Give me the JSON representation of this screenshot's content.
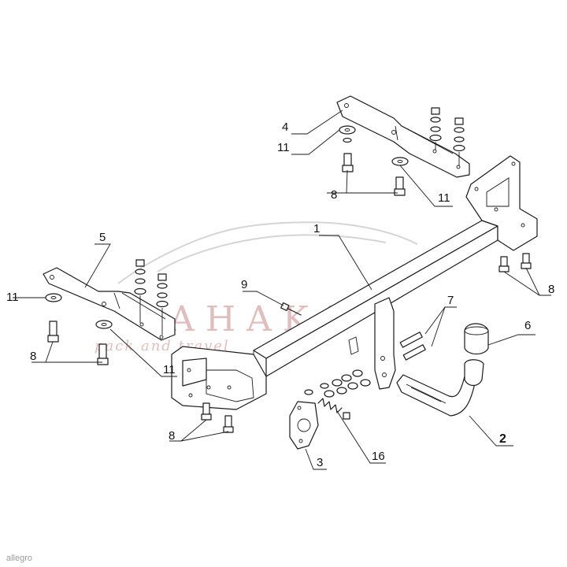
{
  "diagram": {
    "callouts": {
      "c1": "1",
      "c2": "2",
      "c3": "3",
      "c4": "4",
      "c5": "5",
      "c6": "6",
      "c7": "7",
      "c8a": "8",
      "c8b": "8",
      "c8c": "8",
      "c8d": "8",
      "c9": "9",
      "c11a": "11",
      "c11b": "11",
      "c11c": "11",
      "c11d": "11",
      "c16": "16"
    },
    "watermark": {
      "brand": "AHAKA",
      "tagline": "pack and travel"
    },
    "footer_stamp": "allegro"
  }
}
